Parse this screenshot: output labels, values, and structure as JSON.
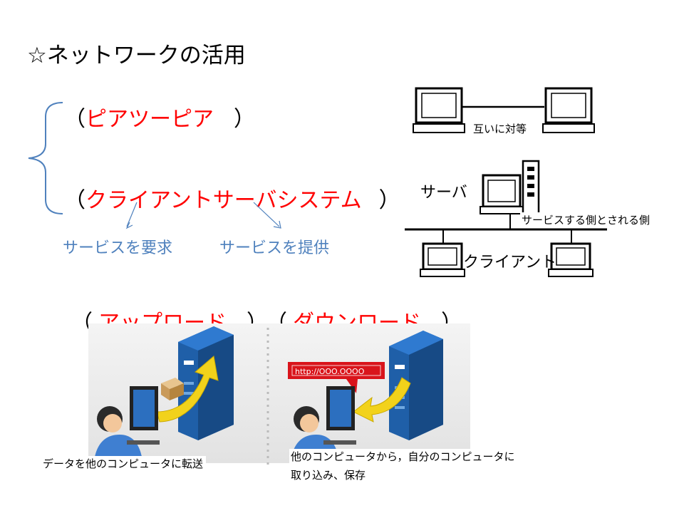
{
  "title": "☆ネットワークの活用",
  "p2p": {
    "open": "（",
    "answer": "ピアツーピア",
    "close": "）",
    "caption": "互いに対等"
  },
  "cs": {
    "open": "（",
    "answer": "クライアントサーバシステム",
    "close": "）",
    "request": "サービスを要求",
    "provide": "サービスを提供",
    "server_label": "サーバ",
    "client_label": "クライアント",
    "sides_caption": "サービスする側とされる側"
  },
  "transfer": {
    "open1": "（",
    "answer1": "アップロード",
    "close1": "）",
    "open2": "（",
    "answer2": "ダウンロード",
    "close2": "）",
    "upload_caption": "データを他のコンピュータに転送",
    "download_caption_line1": "他のコンピュータから，自分のコンピュータに",
    "download_caption_line2": "取り込み、保存",
    "url_text": "http://OOO.OOOO"
  },
  "colors": {
    "answer": "#ff0000",
    "hint": "#4f81bd",
    "server": "#1f5fa8",
    "arrow": "#f2d21b"
  }
}
